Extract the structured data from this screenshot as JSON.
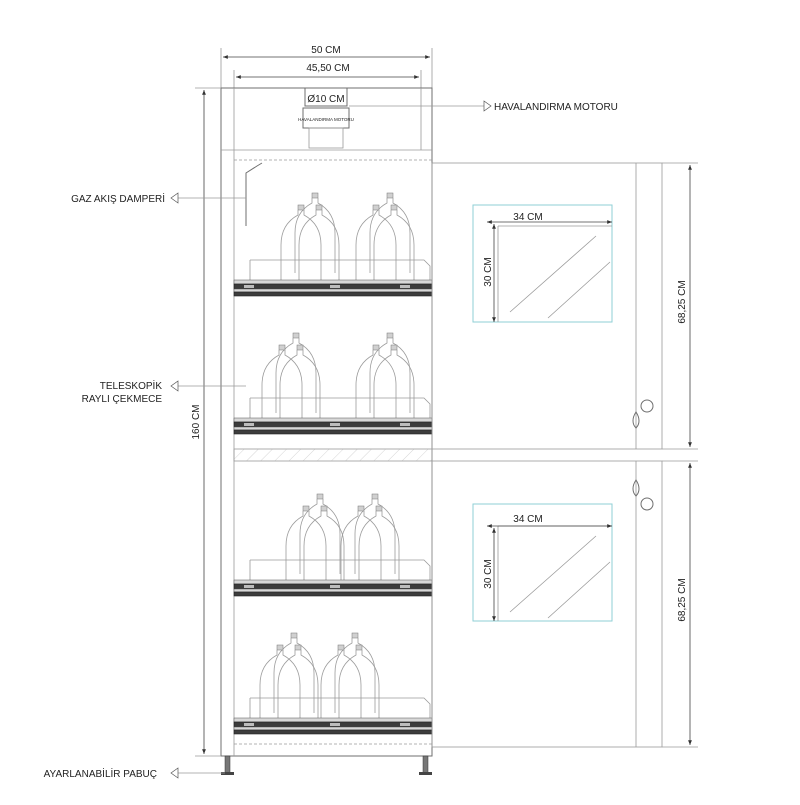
{
  "dimensions": {
    "outer_width": "50 CM",
    "inner_width": "45,50 CM",
    "duct_diameter": "Ø10 CM",
    "total_height": "160 CM",
    "window_width": "34 CM",
    "window_height": "30 CM",
    "door_height": "68,25 CM"
  },
  "labels": {
    "motor_box": "HAVALANDIRMA MOTORU",
    "motor": "HAVALANDIRMA MOTORU",
    "damper": "GAZ AKIŞ DAMPERİ",
    "drawer_line1": "TELESKOPİK",
    "drawer_line2": "RAYLI ÇEKMECE",
    "foot": "AYARLANABİLİR PABUÇ"
  }
}
